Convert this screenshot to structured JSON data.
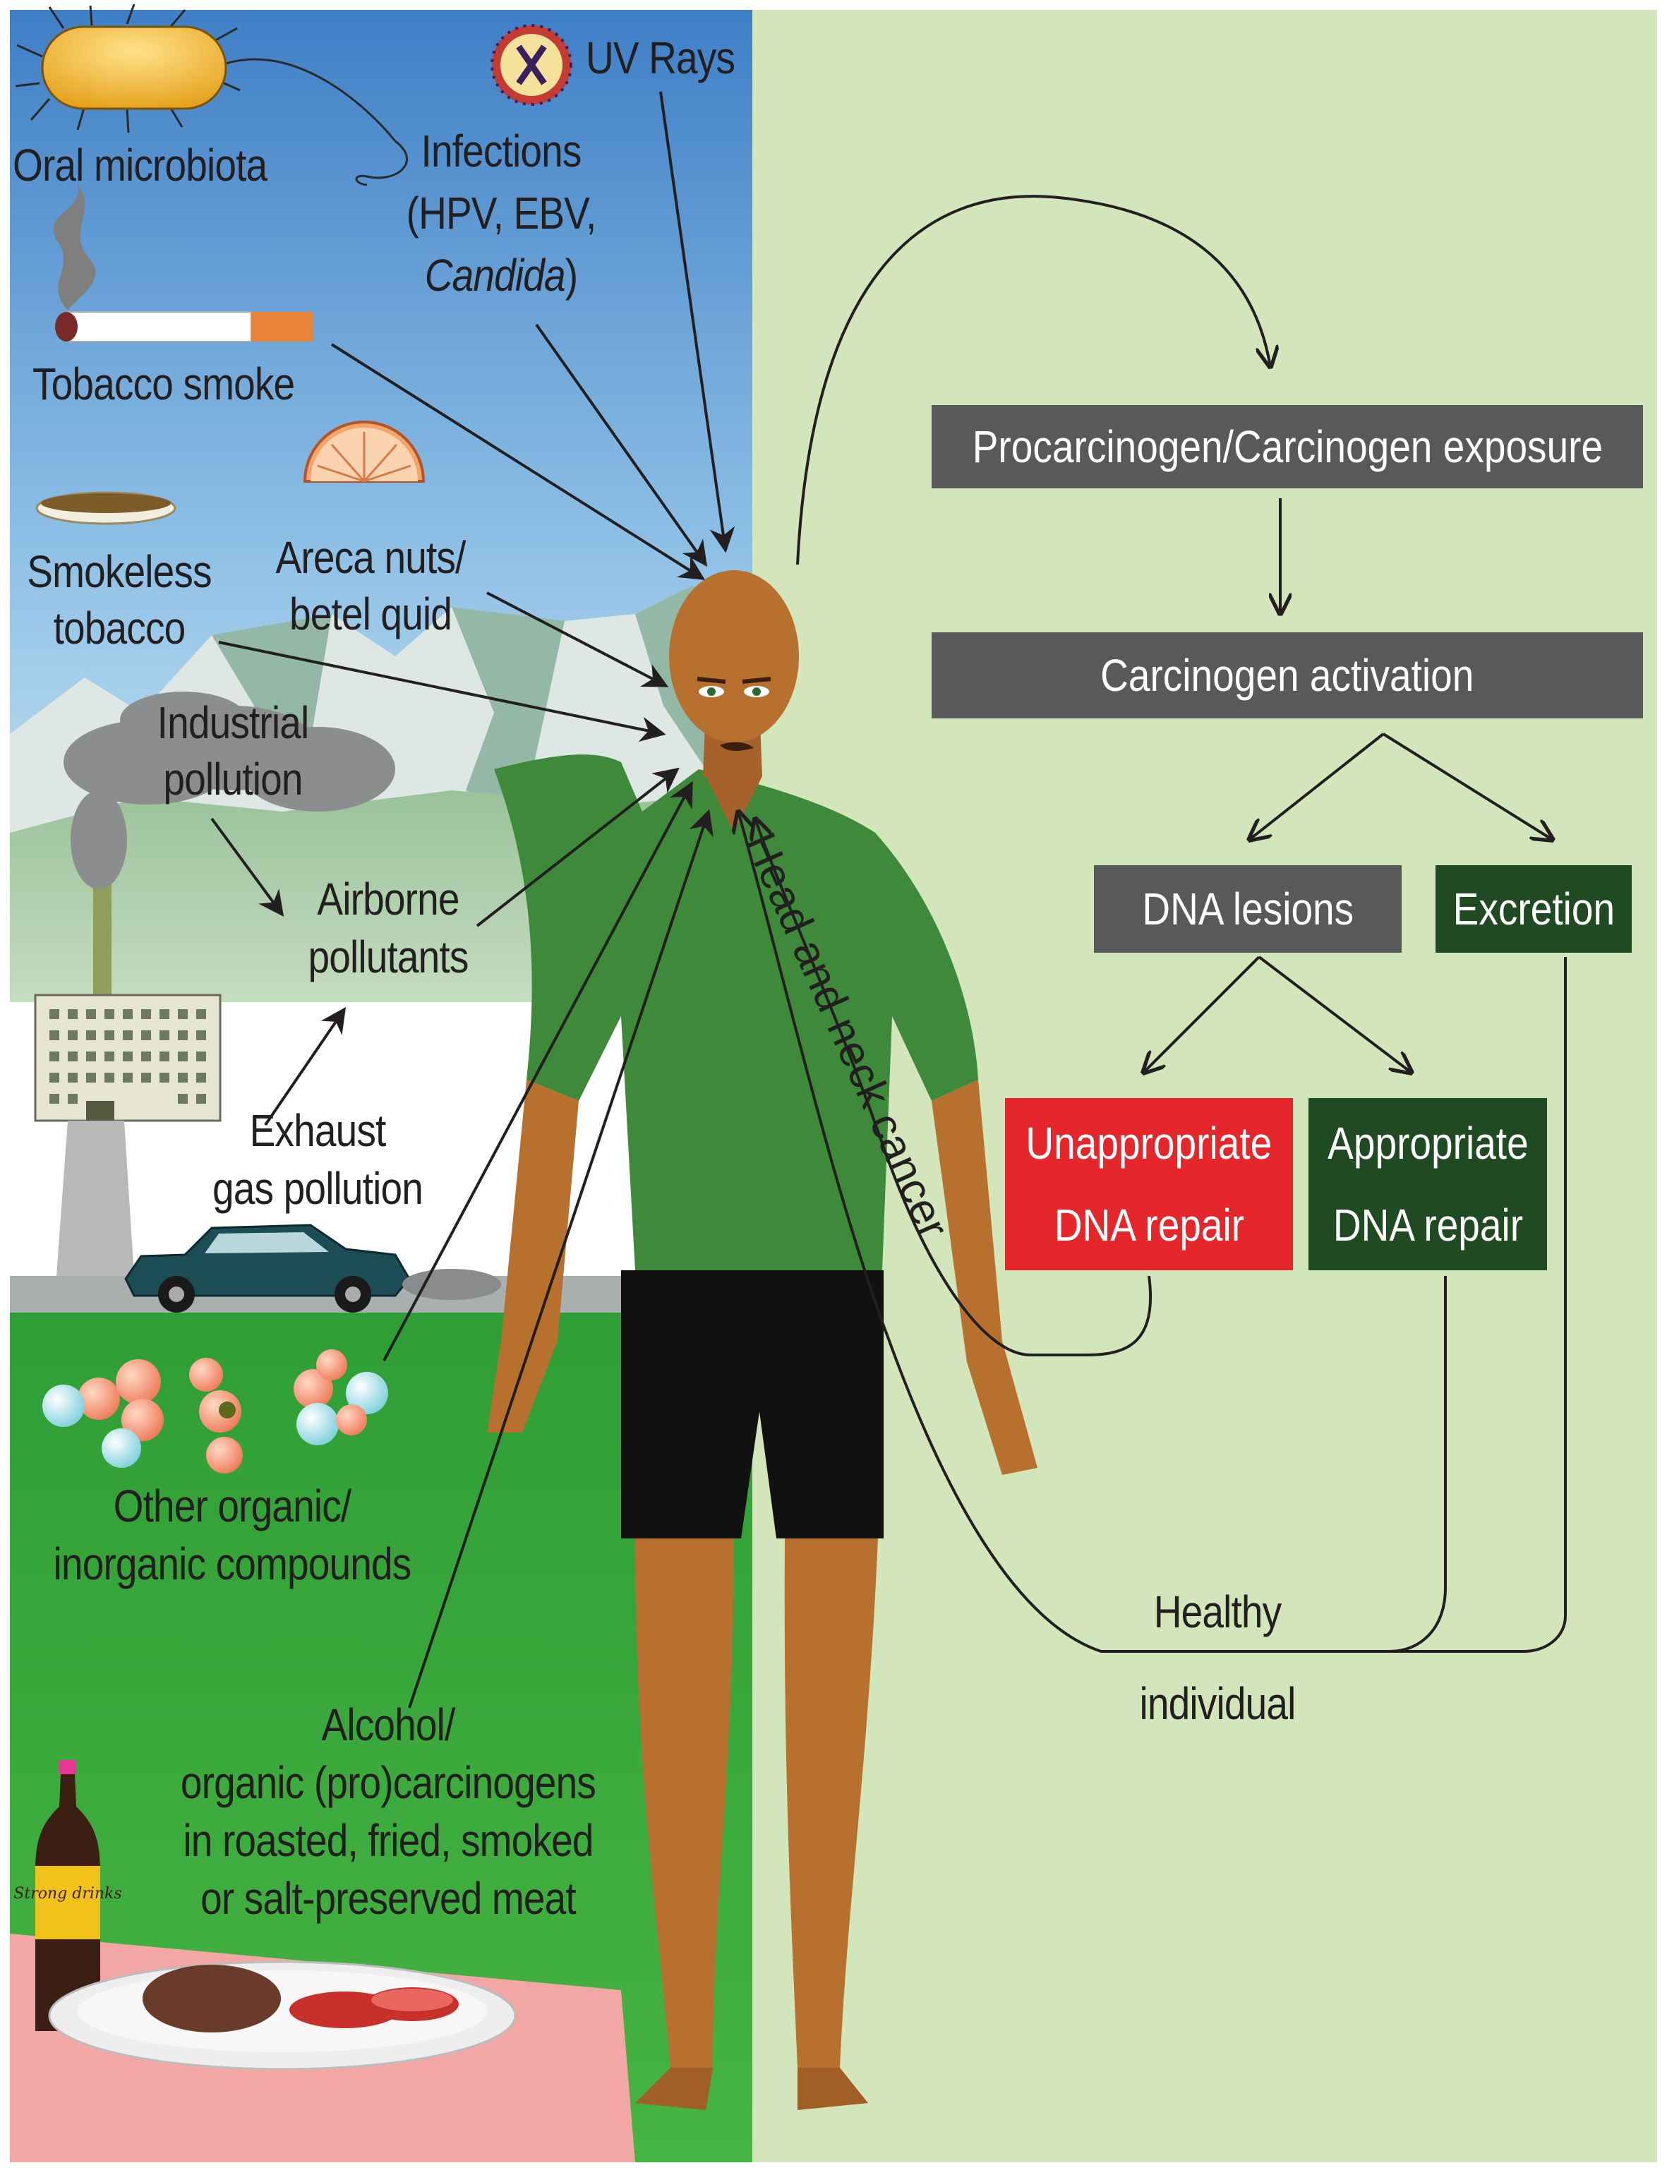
{
  "sources": {
    "oral_microbiota": "Oral microbiota",
    "uv_rays": "UV Rays",
    "infections_line1": "Infections",
    "infections_line2": "(HPV, EBV,",
    "infections_line3_italic": "Candida",
    "infections_line3_end": ")",
    "tobacco_smoke": "Tobacco smoke",
    "smokeless_line1": "Smokeless",
    "smokeless_line2": "tobacco",
    "areca_line1": "Areca nuts/",
    "areca_line2": "betel quid",
    "industrial_line1": "Industrial",
    "industrial_line2": "pollution",
    "airborne_line1": "Airborne",
    "airborne_line2": "pollutants",
    "exhaust_line1": "Exhaust",
    "exhaust_line2": "gas pollution",
    "organic_line1": "Other organic/",
    "organic_line2": "inorganic compounds",
    "alcohol_line1": "Alcohol/",
    "alcohol_line2": "organic (pro)carcinogens",
    "alcohol_line3": "in roasted, fried, smoked",
    "alcohol_line4": "or salt-preserved meat",
    "bottle_label": "Strong drinks"
  },
  "flow": {
    "exposure": "Procarcinogen/Carcinogen exposure",
    "activation": "Carcinogen activation",
    "lesions": "DNA lesions",
    "excretion": "Excretion",
    "unappropriate_line1": "Unappropriate",
    "unappropriate_line2": "DNA repair",
    "appropriate_line1": "Appropriate",
    "appropriate_line2": "DNA repair",
    "healthy_line1": "Healthy",
    "healthy_line2": "individual",
    "cancer_label": "Head and neck cancer"
  },
  "colors": {
    "sky_top": "#4f8fcf",
    "sky_bottom": "#bcdcee",
    "right_panel": "#d3e5bb",
    "grass": "#3ba53b",
    "box_gray": "#58595b",
    "box_dark_green": "#1f4a22",
    "box_red": "#e5262a",
    "skin": "#b8702f",
    "shirt": "#3e8a3a"
  }
}
